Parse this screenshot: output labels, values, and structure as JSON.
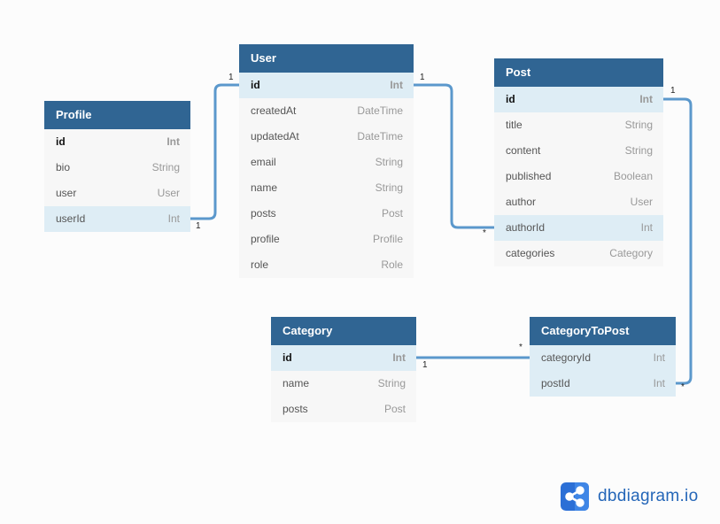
{
  "tables": [
    {
      "name": "Profile",
      "fields": [
        {
          "name": "id",
          "type": "Int",
          "pk": true,
          "highlight": false
        },
        {
          "name": "bio",
          "type": "String"
        },
        {
          "name": "user",
          "type": "User"
        },
        {
          "name": "userId",
          "type": "Int",
          "highlight": true
        }
      ]
    },
    {
      "name": "User",
      "fields": [
        {
          "name": "id",
          "type": "Int",
          "pk": true,
          "highlight": true
        },
        {
          "name": "createdAt",
          "type": "DateTime"
        },
        {
          "name": "updatedAt",
          "type": "DateTime"
        },
        {
          "name": "email",
          "type": "String"
        },
        {
          "name": "name",
          "type": "String"
        },
        {
          "name": "posts",
          "type": "Post"
        },
        {
          "name": "profile",
          "type": "Profile"
        },
        {
          "name": "role",
          "type": "Role"
        }
      ]
    },
    {
      "name": "Post",
      "fields": [
        {
          "name": "id",
          "type": "Int",
          "pk": true,
          "highlight": true
        },
        {
          "name": "title",
          "type": "String"
        },
        {
          "name": "content",
          "type": "String"
        },
        {
          "name": "published",
          "type": "Boolean"
        },
        {
          "name": "author",
          "type": "User"
        },
        {
          "name": "authorId",
          "type": "Int",
          "highlight": true
        },
        {
          "name": "categories",
          "type": "Category"
        }
      ]
    },
    {
      "name": "Category",
      "fields": [
        {
          "name": "id",
          "type": "Int",
          "pk": true,
          "highlight": true
        },
        {
          "name": "name",
          "type": "String"
        },
        {
          "name": "posts",
          "type": "Post"
        }
      ]
    },
    {
      "name": "CategoryToPost",
      "fields": [
        {
          "name": "categoryId",
          "type": "Int",
          "highlight": true
        },
        {
          "name": "postId",
          "type": "Int",
          "highlight": true
        }
      ]
    }
  ],
  "relationships": [
    {
      "from": "Profile.userId",
      "to": "User.id",
      "from_card": "1",
      "to_card": "1"
    },
    {
      "from": "User.id",
      "to": "Post.authorId",
      "from_card": "1",
      "to_card": "*"
    },
    {
      "from": "Post.id",
      "to": "CategoryToPost.postId",
      "from_card": "1",
      "to_card": "*"
    },
    {
      "from": "Category.id",
      "to": "CategoryToPost.categoryId",
      "from_card": "1",
      "to_card": "*"
    }
  ],
  "colors": {
    "header": "#306593",
    "link": "#5b98cc",
    "highlight": "#deedf5"
  },
  "brand": {
    "name": "dbdiagram.io",
    "icon": "share-nodes-icon"
  }
}
